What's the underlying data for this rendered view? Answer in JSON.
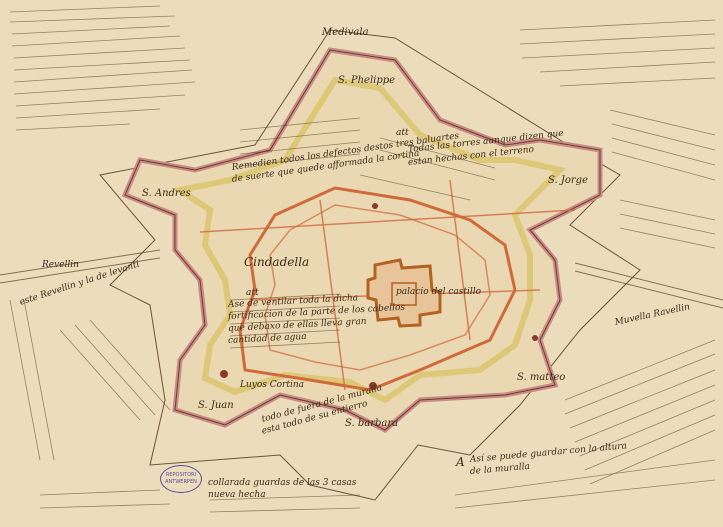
{
  "map": {
    "title": "Cindadella",
    "bastions": {
      "north": "Medivala",
      "s_philippe": "S. Phelippe",
      "s_andres": "S. Andres",
      "s_jorge": "S. Jorge",
      "s_juan": "S. Juan",
      "s_barbara": "S. barbara",
      "s_mateo": "S. matteo"
    },
    "labels": {
      "west_ravelin": "Revellin",
      "west_road": "este Revellin y la de levanti",
      "east_ravelin": "Muvella Ravellin",
      "lower_curtain": "Luyos Cortina",
      "castle": "palacio del castillo",
      "letter_a": "A",
      "att_1": "att",
      "att_2": "att"
    },
    "notes": {
      "top_center_1": "Remedien todos los defectos destos tres baluartes",
      "top_center_2": "de suerte que quede afformada la cortina",
      "top_right_1": "Todas las torres aunque dizen que",
      "top_right_2": "estan hechas con el terreno",
      "center_left_1": "Ase de ventilar toda la dicha",
      "center_left_2": "fortificacion de la parte de los cabellos",
      "center_left_3": "que debaxo de ellas lleva gran",
      "center_left_4": "cantidad de agua",
      "bottom_center_1": "todo de fuera de la muralla",
      "bottom_center_2": "esta todo de su entierro",
      "bottom_left_1": "collarada guardas de las 3 casas",
      "bottom_left_2": "nueva hecha",
      "bottom_right_1": "Así se puede guardar con la altura",
      "bottom_right_2": "de la muralla"
    },
    "stamp": "REPOSITORI ANTWERPEN",
    "colors": {
      "paper": "#efe2c2",
      "ink": "#3a2a18",
      "walls_outer": "#c98a86",
      "walls_yellow": "#dcc670",
      "walls_inner": "#d06a3a",
      "castle": "#b4621f"
    }
  }
}
